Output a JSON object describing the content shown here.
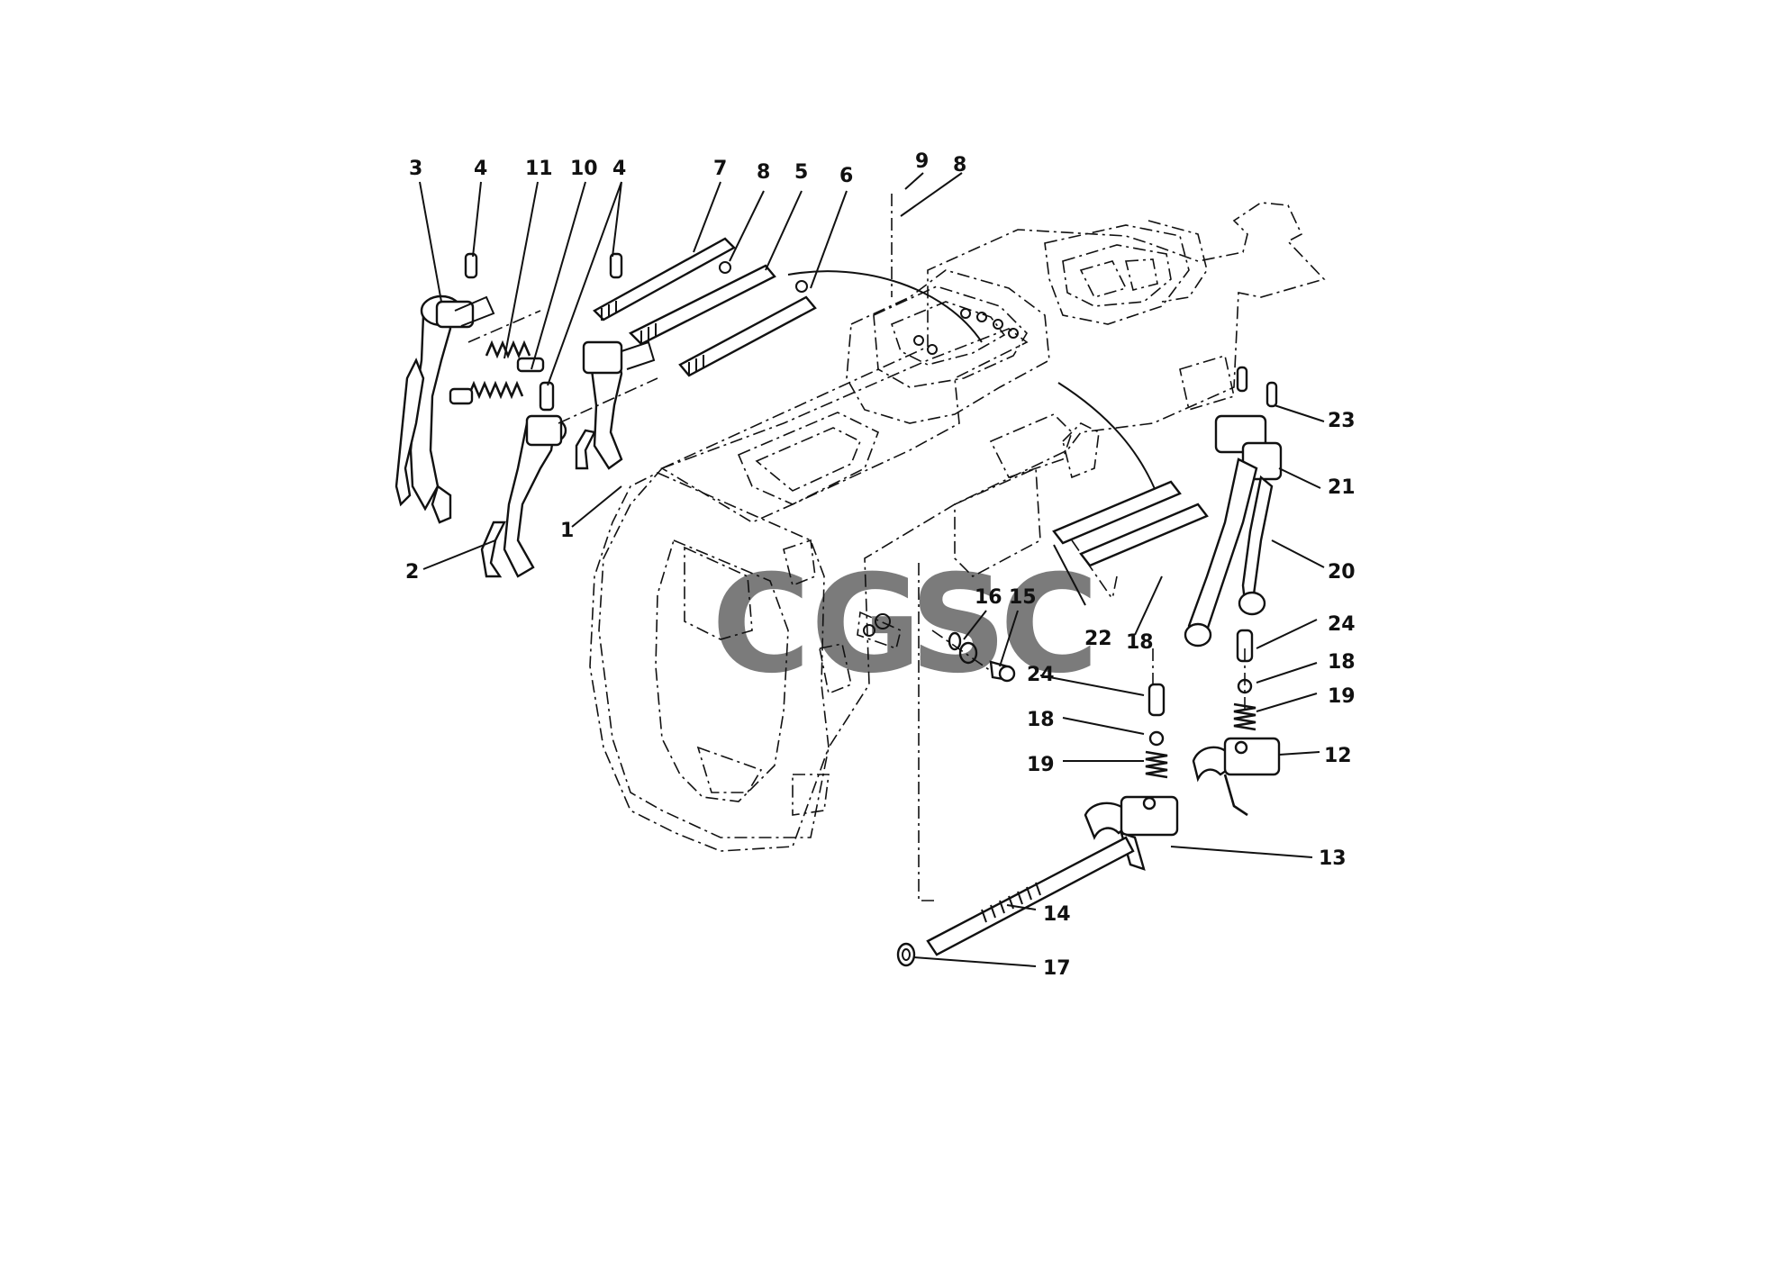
{
  "diagram": {
    "callouts": [
      {
        "id": "c3a",
        "text": "3"
      },
      {
        "id": "c4a",
        "text": "4"
      },
      {
        "id": "c11",
        "text": "11"
      },
      {
        "id": "c10",
        "text": "10"
      },
      {
        "id": "c4b",
        "text": "4"
      },
      {
        "id": "c7",
        "text": "7"
      },
      {
        "id": "c8a",
        "text": "8"
      },
      {
        "id": "c5",
        "text": "5"
      },
      {
        "id": "c6",
        "text": "6"
      },
      {
        "id": "c9",
        "text": "9"
      },
      {
        "id": "c8b",
        "text": "8"
      },
      {
        "id": "c23",
        "text": "23"
      },
      {
        "id": "c21",
        "text": "21"
      },
      {
        "id": "c20",
        "text": "20"
      },
      {
        "id": "c1",
        "text": "1"
      },
      {
        "id": "c2",
        "text": "2"
      },
      {
        "id": "c16",
        "text": "16"
      },
      {
        "id": "c15",
        "text": "15"
      },
      {
        "id": "c22",
        "text": "22"
      },
      {
        "id": "c18a",
        "text": "18"
      },
      {
        "id": "c24a",
        "text": "24"
      },
      {
        "id": "c24b",
        "text": "24"
      },
      {
        "id": "c18b",
        "text": "18"
      },
      {
        "id": "c19a",
        "text": "19"
      },
      {
        "id": "c18c",
        "text": "18"
      },
      {
        "id": "c19b",
        "text": "19"
      },
      {
        "id": "c12",
        "text": "12"
      },
      {
        "id": "c13",
        "text": "13"
      },
      {
        "id": "c14",
        "text": "14"
      },
      {
        "id": "c17",
        "text": "17"
      }
    ],
    "watermark": {
      "letters": [
        "C",
        "G",
        "S",
        "C"
      ],
      "colors": [
        "#4a8ff0",
        "#f0554a",
        "#f5cf3a",
        "#3aa86a"
      ]
    }
  }
}
